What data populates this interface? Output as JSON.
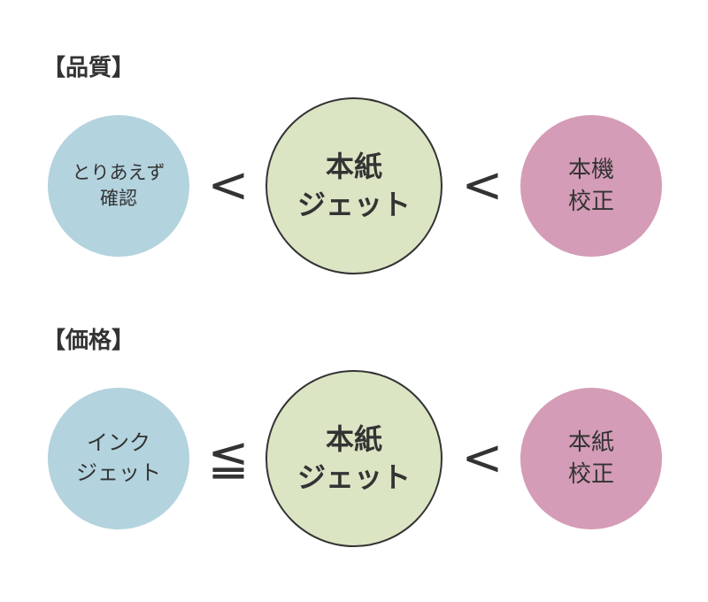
{
  "sections": [
    {
      "title": "【品質】",
      "left": "とりあえず\n確認",
      "op1": "<",
      "center": "本紙\nジェット",
      "op2": "<",
      "right": "本機\n校正"
    },
    {
      "title": "【価格】",
      "left": "インク\nジェット",
      "op1": "≦",
      "center": "本紙\nジェット",
      "op2": "<",
      "right": "本紙\n校正"
    }
  ],
  "colors": {
    "left": "#b3d3de",
    "center": "#dbe5c4",
    "right": "#d49cb6"
  }
}
